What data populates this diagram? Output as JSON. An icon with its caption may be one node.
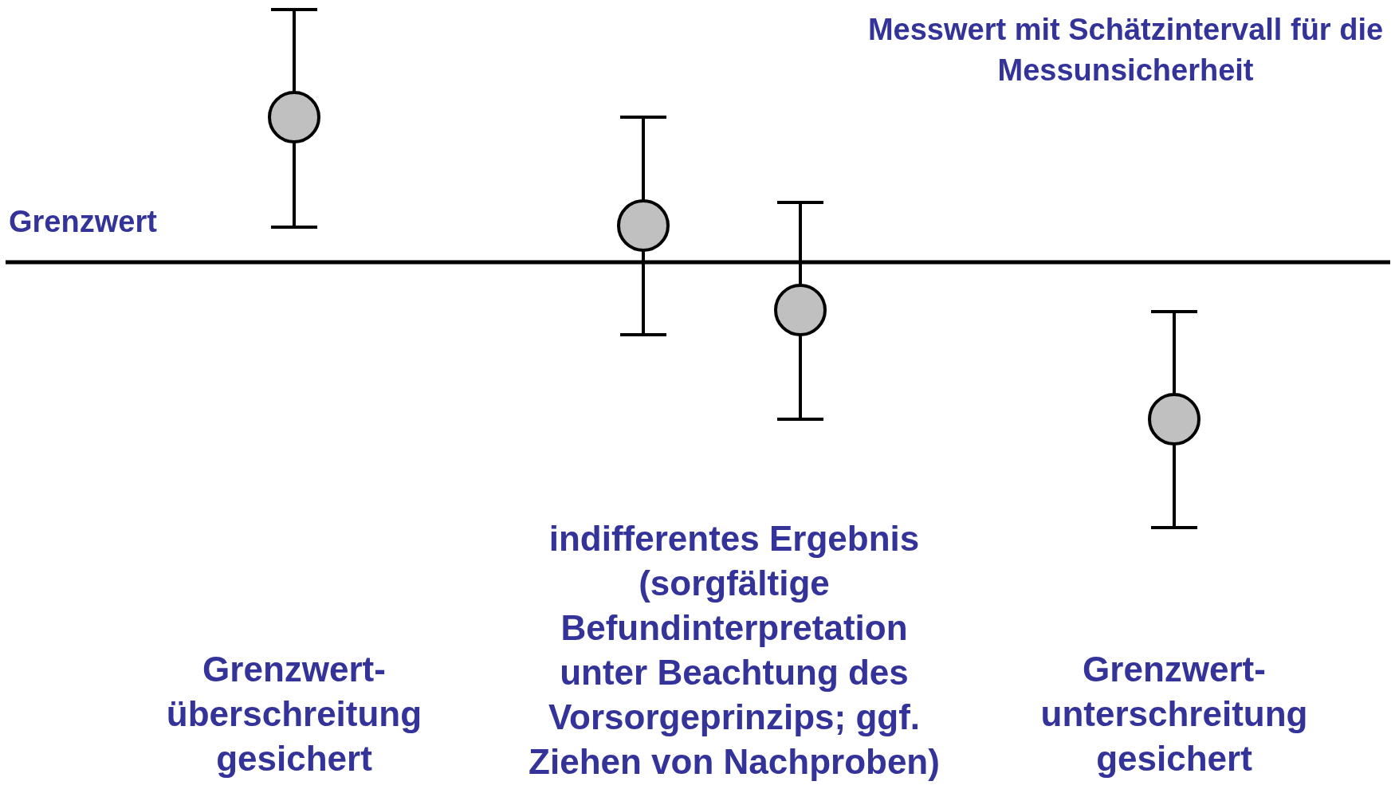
{
  "diagram": {
    "labels": [
      "Messwert mit Schätzintervall für die Messunsicherheit",
      "Grenzwert",
      "Grenzwert-überschreitung gesichert",
      "indifferentes Ergebnis (sorgfältige Befundinterpretation unter Beachtung des Vorsorgeprinzips; ggf. Ziehen von Nachproben)",
      "Grenzwert-unterschreitung gesichert"
    ]
  }
}
